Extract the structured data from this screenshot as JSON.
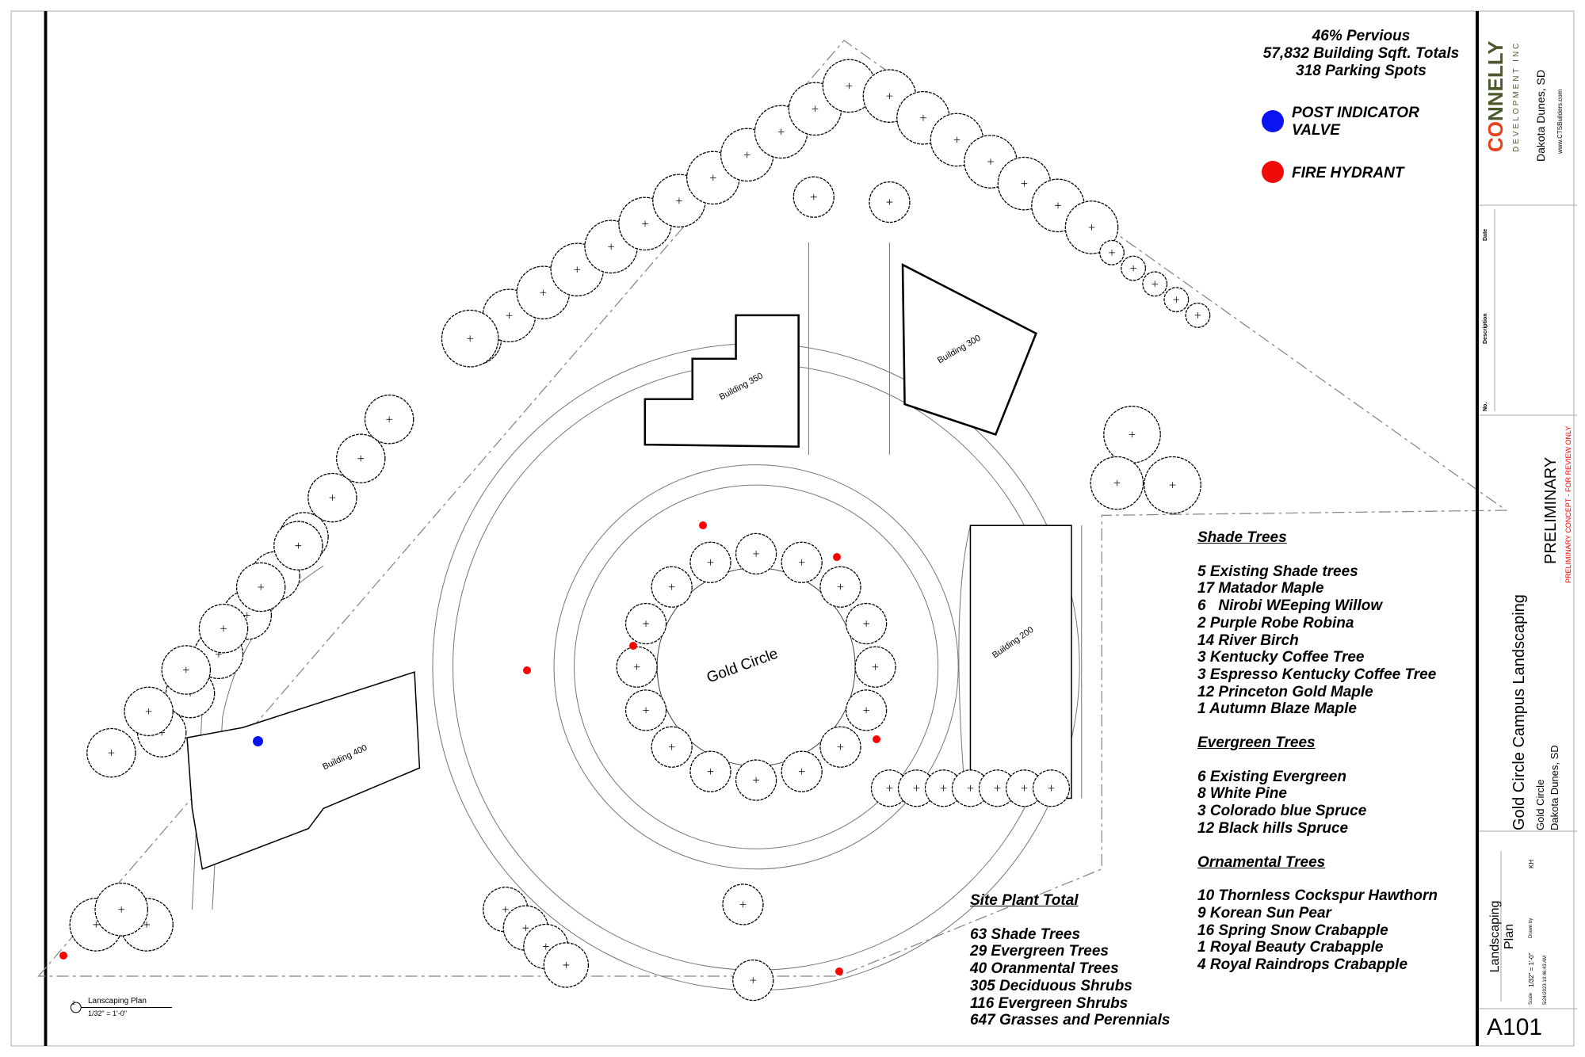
{
  "summary": {
    "pervious": "46% Pervious",
    "building_sqft": "57,832 Building Sqft. Totals",
    "parking": "318 Parking Spots"
  },
  "legend": [
    {
      "label_line1": "POST INDICATOR",
      "label_line2": "VALVE",
      "color": "#0a14f0"
    },
    {
      "label": "FIRE HYDRANT",
      "color": "#f00a0a"
    }
  ],
  "shade_trees": {
    "heading": "Shade Trees",
    "items": [
      "5 Existing Shade trees",
      "17 Matador Maple",
      "6   Nirobi WEeping Willow",
      "2 Purple Robe Robina",
      "14 River Birch",
      "3 Kentucky Coffee Tree",
      "3 Espresso Kentucky Coffee Tree",
      "12 Princeton Gold Maple",
      "1 Autumn Blaze Maple"
    ]
  },
  "evergreen_trees": {
    "heading": "Evergreen Trees",
    "items": [
      "6 Existing Evergreen",
      "8 White Pine",
      "3 Colorado blue Spruce",
      "12 Black hills Spruce"
    ]
  },
  "ornamental_trees": {
    "heading": "Ornamental Trees",
    "items": [
      "10 Thornless Cockspur Hawthorn",
      "9 Korean Sun Pear",
      "16 Spring Snow Crabapple",
      "1 Royal Beauty Crabapple",
      "4 Royal Raindrops Crabapple"
    ]
  },
  "site_plant_total": {
    "heading": "Site Plant Total",
    "items": [
      "63 Shade Trees",
      "29 Evergreen Trees",
      "40 Oranmental Trees",
      "305 Deciduous Shrubs",
      "116 Evergreen Shrubs",
      "647 Grasses and Perennials"
    ]
  },
  "plan_labels": {
    "gold_circle": "Gold Circle",
    "building_350": "Building 350",
    "building_300": "Building 300",
    "building_200": "Building 200",
    "building_400": "Building 400"
  },
  "view_tag": {
    "number": "1",
    "title": "Lanscaping Plan",
    "scale": "1/32\" = 1'-0\""
  },
  "title_block": {
    "company_co": "CO",
    "company_nnelly": "NNELLY",
    "company_sub": "DEVELOPMENT INC",
    "company_city": "Dakota Dunes, SD",
    "website": "www.CTSBuilders.com",
    "rev_no": "No.",
    "rev_description": "Description",
    "rev_date": "Date",
    "status": "PRELIMINARY",
    "status_note": "PRELIMINARY CONCEPT - FOR REVIEW ONLY",
    "project_title": "Gold Circle Campus Landscaping",
    "project_site": "Gold Circle",
    "project_city": "Dakota Dunes, SD",
    "sheet_title_1": "Landscaping",
    "sheet_title_2": "Plan",
    "scale_label": "Scale",
    "scale_value": "1/32\" = 1'-0\"",
    "drawn_by_label": "Drawn by",
    "drawn_by": "KH",
    "timestamp": "5/24/2023 10:46:43 AM",
    "sheet_number": "A101",
    "brand_green": "#4a5a2a",
    "brand_orange": "#e8401c"
  }
}
